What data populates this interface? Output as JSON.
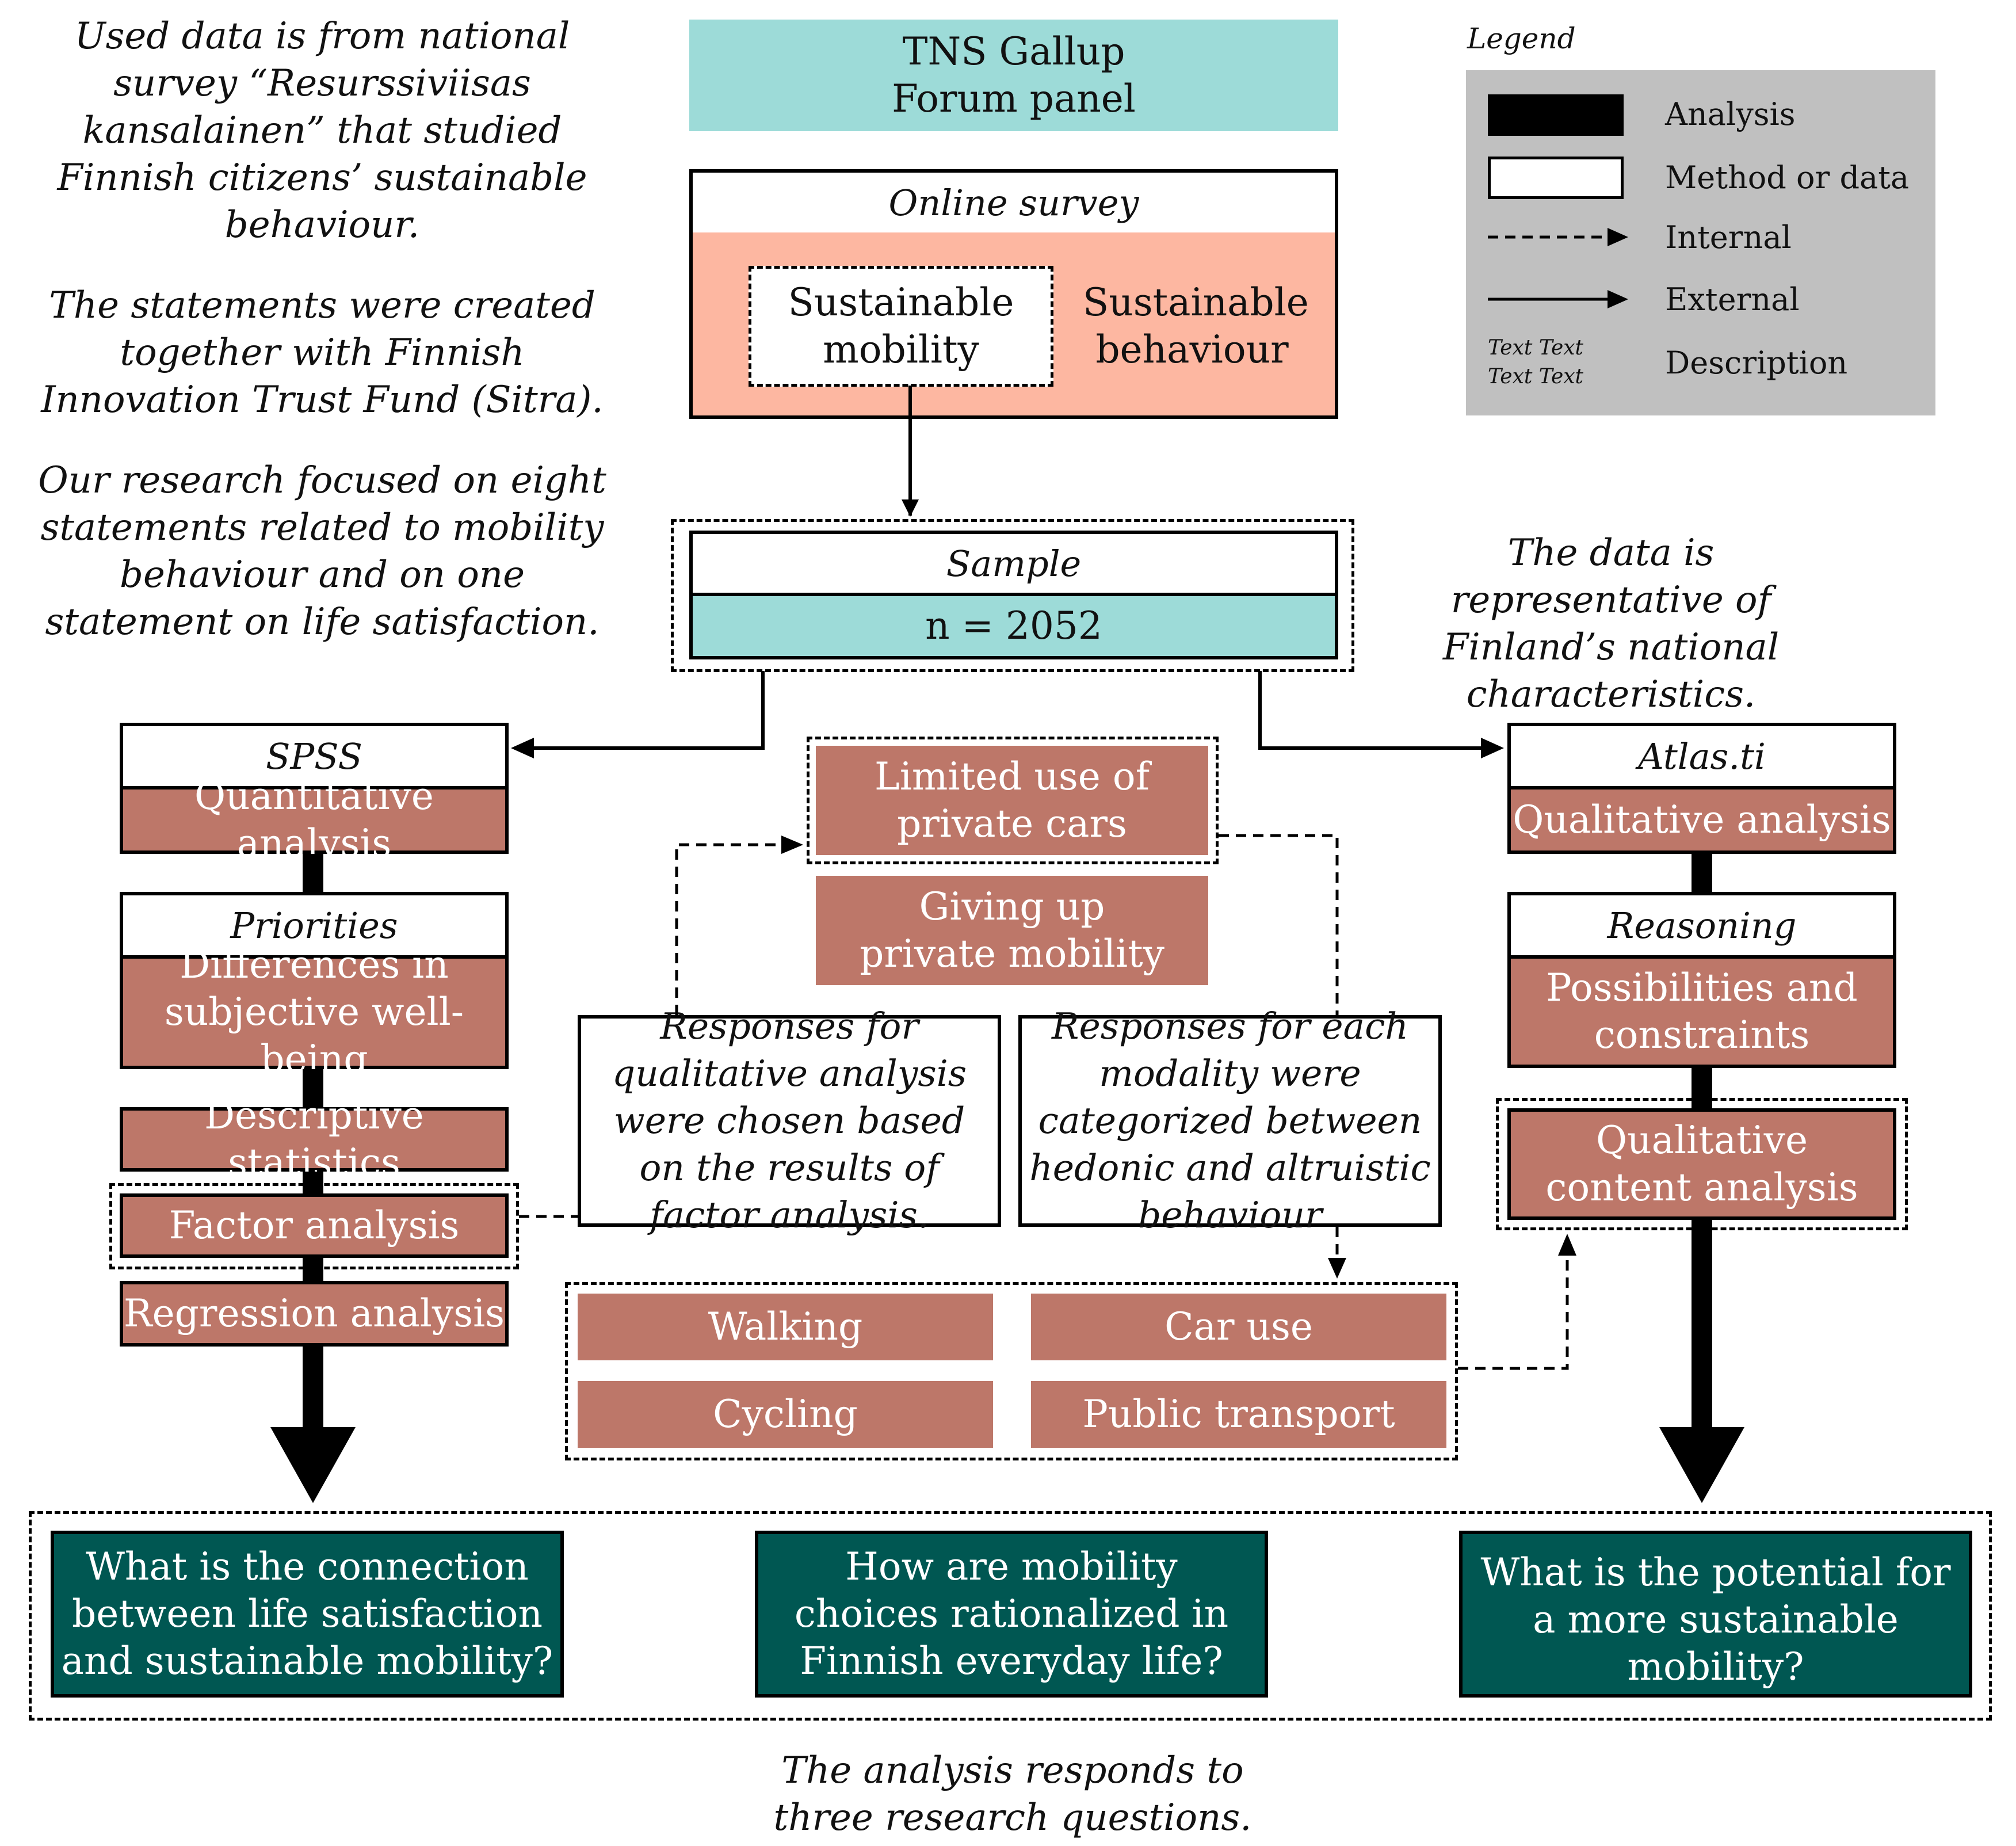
{
  "notes": {
    "survey": "Used data is from national survey “Resurssiviisas kansalainen” that studied Finnish citizens’ sustainable behaviour.",
    "sitra": "The statements were created together with Finnish Innovation Trust Fund (Sitra).",
    "focus": "Our research focused on eight statements related to mobility behaviour and on one statement on life satisfaction.",
    "representative": "The data is representative of Finland’s national characteristics.",
    "bottom": "The analysis responds to three research questions."
  },
  "source": {
    "line1": "TNS Gallup",
    "line2": "Forum panel"
  },
  "online_survey": {
    "title": "Online survey",
    "mobility": "Sustainable mobility",
    "behaviour": "Sustainable behaviour"
  },
  "sample": {
    "title": "Sample",
    "n": "n = 2052"
  },
  "spss": {
    "title": "SPSS",
    "quant": "Quantitative analysis",
    "priorities": "Priorities",
    "differences": "Differences in subjective well-being",
    "descriptive": "Descriptive statistics",
    "factor": "Factor analysis",
    "regression": "Regression analysis"
  },
  "atlas": {
    "title": "Atlas.ti",
    "qual": "Qualitative analysis",
    "reasoning": "Reasoning",
    "possibilities": "Possibilities and constraints",
    "content": "Qualitative content analysis"
  },
  "center": {
    "limited": "Limited use of private cars",
    "giving_up": "Giving up private mobility",
    "resp_qual": "Responses for qualitative analysis were chosen based on the results of factor analysis.",
    "resp_modality": "Responses for each modality were categorized between hedonic and altruistic behaviour",
    "walking": "Walking",
    "car_use": "Car use",
    "cycling": "Cycling",
    "public": "Public transport"
  },
  "questions": [
    "What is the connection between life satisfaction and sustainable mobility?",
    "How are mobility choices rationalized in Finnish everyday life?",
    "What is the potential for a more sustainable mobility?"
  ],
  "legend": {
    "title": "Legend",
    "analysis": "Analysis",
    "method": "Method or data",
    "internal": "Internal",
    "external": "External",
    "desc_sample_1": "Text Text",
    "desc_sample_2": "Text Text",
    "description": "Description"
  },
  "colors": {
    "teal_light": "#9ddbd8",
    "salmon": "#fdb7a1",
    "brown": "#bd7769",
    "dark_teal": "#005752",
    "legend_bg": "#c0c0c0"
  }
}
